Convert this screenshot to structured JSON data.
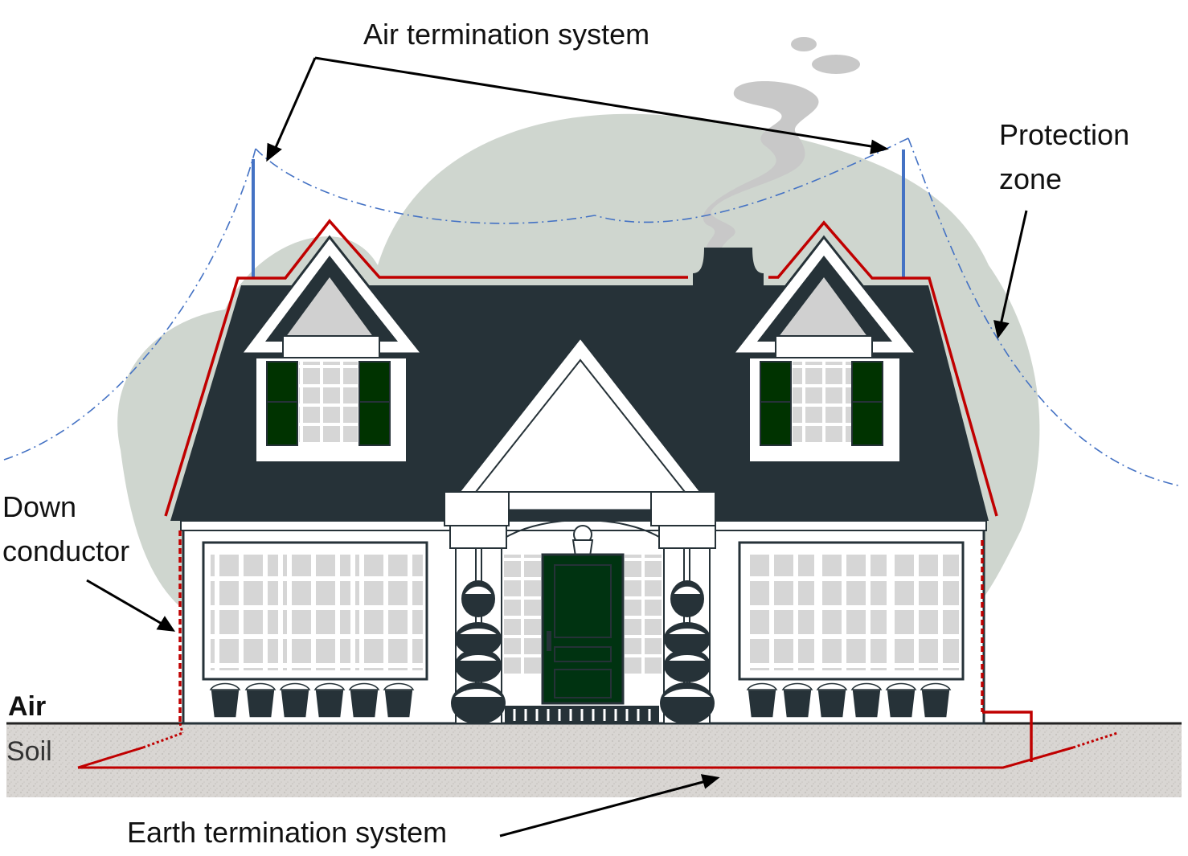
{
  "labels": {
    "air_termination": "Air termination system",
    "protection_zone_line1": "Protection",
    "protection_zone_line2": "zone",
    "down_conductor_line1": "Down",
    "down_conductor_line2": "conductor",
    "air": "Air",
    "soil": "Soil",
    "earth_termination": "Earth termination system"
  },
  "colors": {
    "conductor": "#c00000",
    "rod": "#4472c4",
    "zone_line": "#4472c4",
    "roof": "#263238",
    "shutter": "#003300",
    "door": "#003311",
    "bush_backdrop": "#cfd6cf",
    "soil": "#d9d6d3",
    "window_pane": "#d6d6d6",
    "smoke": "#c8c8c8"
  },
  "icons": [
    "lightning-rod-icon",
    "chimney-icon",
    "smoke-icon",
    "lantern-icon",
    "planter-icon",
    "topiary-icon"
  ]
}
